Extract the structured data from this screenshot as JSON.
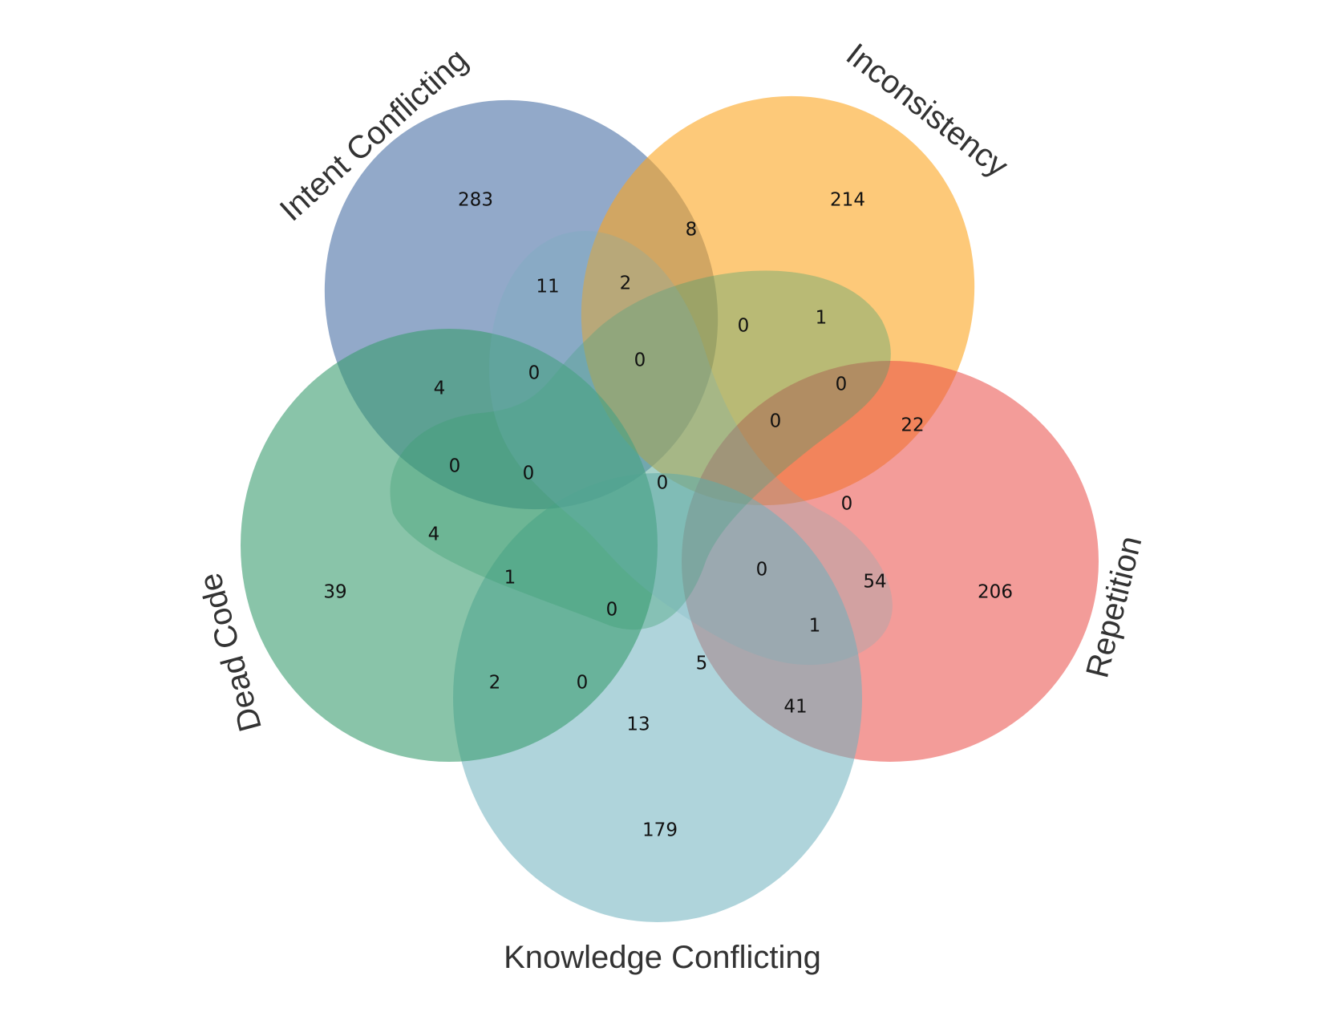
{
  "chart_data": {
    "type": "venn",
    "sets": [
      {
        "name": "Intent Conflicting",
        "color": "#4a6fa5"
      },
      {
        "name": "Inconsistency",
        "color": "#fca51f"
      },
      {
        "name": "Repetition",
        "color": "#ea4a45"
      },
      {
        "name": "Knowledge Conflicting",
        "color": "#6eb0bd"
      },
      {
        "name": "Dead Code",
        "color": "#3a9d6f"
      }
    ],
    "regions": [
      {
        "value": "283"
      },
      {
        "value": "214"
      },
      {
        "value": "8"
      },
      {
        "value": "11"
      },
      {
        "value": "2"
      },
      {
        "value": "0"
      },
      {
        "value": "1"
      },
      {
        "value": "0"
      },
      {
        "value": "4"
      },
      {
        "value": "0"
      },
      {
        "value": "0"
      },
      {
        "value": "22"
      },
      {
        "value": "0"
      },
      {
        "value": "0"
      },
      {
        "value": "0"
      },
      {
        "value": "0"
      },
      {
        "value": "0"
      },
      {
        "value": "4"
      },
      {
        "value": "39"
      },
      {
        "value": "1"
      },
      {
        "value": "0"
      },
      {
        "value": "54"
      },
      {
        "value": "206"
      },
      {
        "value": "1"
      },
      {
        "value": "0"
      },
      {
        "value": "5"
      },
      {
        "value": "2"
      },
      {
        "value": "0"
      },
      {
        "value": "41"
      },
      {
        "value": "13"
      },
      {
        "value": "179"
      }
    ]
  }
}
